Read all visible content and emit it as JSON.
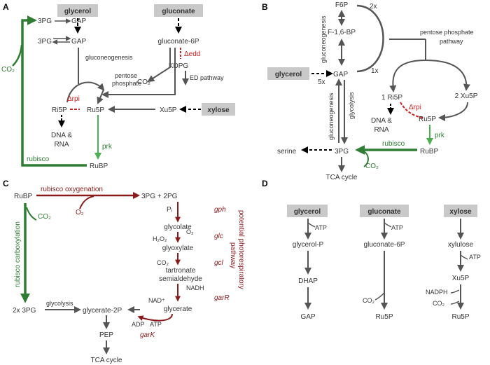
{
  "colors": {
    "gray": "#555555",
    "green": "#2e7d32",
    "light_green": "#4caf50",
    "red": "#cc1f1f",
    "dark_red": "#8b1a1a",
    "box": "#c9c9c9"
  },
  "panelA": {
    "label": "A",
    "glycerol": "glycerol",
    "gluconate": "gluconate",
    "xylose": "xylose",
    "pg3": "3PG",
    "gap": "GAP",
    "gluconeogenesis": "gluconeogenesis",
    "gluconate6p": "gluconate-6P",
    "dedd": "Δedd",
    "kdpg": "KDPG",
    "ed_pathway": "ED pathway",
    "ppp1": "pentose",
    "ppp2": "phosphate",
    "co2": "CO₂",
    "co2_green": "CO₂",
    "drpi": "Δrpi",
    "ri5p": "Ri5P",
    "ru5p": "Ru5P",
    "xu5p": "Xu5P",
    "dna": "DNA &",
    "rna": "RNA",
    "prk": "prk",
    "rubisco": "rubisco",
    "rubp": "RuBP"
  },
  "panelB": {
    "label": "B",
    "f6p": "F6P",
    "two_x": "2x",
    "f16bp": "F-1,6-BP",
    "gluconeogenesis": "gluconeogenesis",
    "ppp1": "pentose phosphate",
    "ppp2": "pathway",
    "glycerol": "glycerol",
    "five_x": "5x",
    "gap": "GAP",
    "one_x": "1x",
    "ri5p": "1 Ri5P",
    "xu5p": "2 Xu5P",
    "drpi": "Δrpi",
    "ru5p": "Ru5P",
    "dna": "DNA &",
    "rna": "RNA",
    "prk": "prk",
    "glycolysis": "glycolysis",
    "serine": "serine",
    "pg3": "3PG",
    "rubisco": "rubisco",
    "rubp": "RuBP",
    "co2": "CO₂",
    "tca": "TCA cycle"
  },
  "panelC": {
    "label": "C",
    "rubp": "RuBP",
    "oxygenation": "rubisco oxygenation",
    "o2": "O₂",
    "products": "3PG + 2PG",
    "pi": "Pᵢ",
    "gph": "gph",
    "glycolate": "glycolate",
    "o2b": "O₂",
    "h2o2": "H₂O₂",
    "glc": "glc",
    "glyoxylate": "glyoxylate",
    "co2": "CO₂",
    "gcl": "gcl",
    "tartronate1": "tartronate",
    "tartronate2": "semialdehyde",
    "nadh": "NADH",
    "garR": "garR",
    "nad": "NAD⁺",
    "glycerate": "glycerate",
    "adp": "ADP",
    "atp": "ATP",
    "garK": "garK",
    "co2_green": "CO₂",
    "carboxylation": "rubisco carboxylation",
    "pg3": "2x 3PG",
    "glycolysis": "glycolysis",
    "glycerate2p": "glycerate-2P",
    "pep": "PEP",
    "tca": "TCA cycle",
    "photoresp1": "potential photorespiratory",
    "photoresp2": "pathway"
  },
  "panelD": {
    "label": "D",
    "glycerol": "glycerol",
    "atp1": "ATP",
    "glycerolp": "glycerol-P",
    "dhap": "DHAP",
    "gap": "GAP",
    "gluconate": "gluconate",
    "atp2": "ATP",
    "gluconate6p": "gluconate-6P",
    "co2a": "CO₂",
    "ru5p_a": "Ru5P",
    "xylose": "xylose",
    "xylulose": "xylulose",
    "atp3": "ATP",
    "xu5p": "Xu5P",
    "nadph": "NADPH",
    "co2b": "CO₂",
    "ru5p_b": "Ru5P"
  }
}
